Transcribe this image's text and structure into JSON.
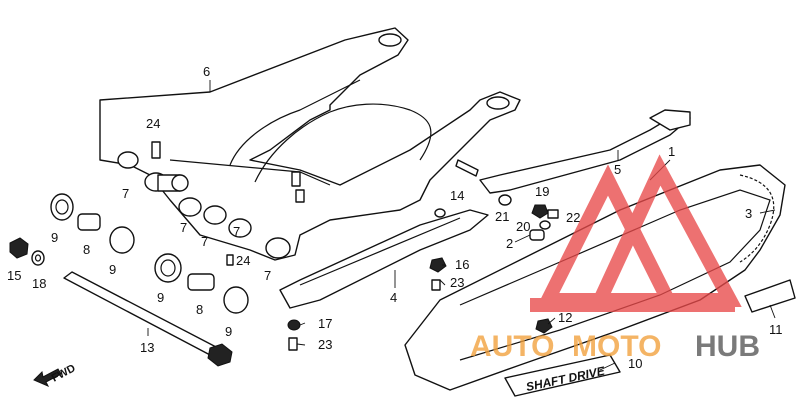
{
  "diagram": {
    "part_labels": {
      "p1": "1",
      "p2": "2",
      "p3": "3",
      "p4": "4",
      "p5": "5",
      "p6": "6",
      "p7a": "7",
      "p7b": "7",
      "p7c": "7",
      "p7d": "7",
      "p7e": "7",
      "p8a": "8",
      "p8b": "8",
      "p9a": "9",
      "p9b": "9",
      "p9c": "9",
      "p9d": "9",
      "p10": "10",
      "p11": "11",
      "p12": "12",
      "p13": "13",
      "p14": "14",
      "p15": "15",
      "p16": "16",
      "p17": "17",
      "p18": "18",
      "p19": "19",
      "p20": "20",
      "p21": "21",
      "p22": "22",
      "p23a": "23",
      "p23b": "23",
      "p24a": "24",
      "p24b": "24"
    },
    "fwd_label": "FWD",
    "decal_text": "SHAFT DRIVE"
  },
  "watermark": {
    "brand_part1": "AUTO",
    "brand_part2": "MOTO",
    "brand_part3": "HUB",
    "colors": {
      "red": "#e84a4a",
      "orange": "#f2a03a",
      "gray": "#555555"
    }
  }
}
